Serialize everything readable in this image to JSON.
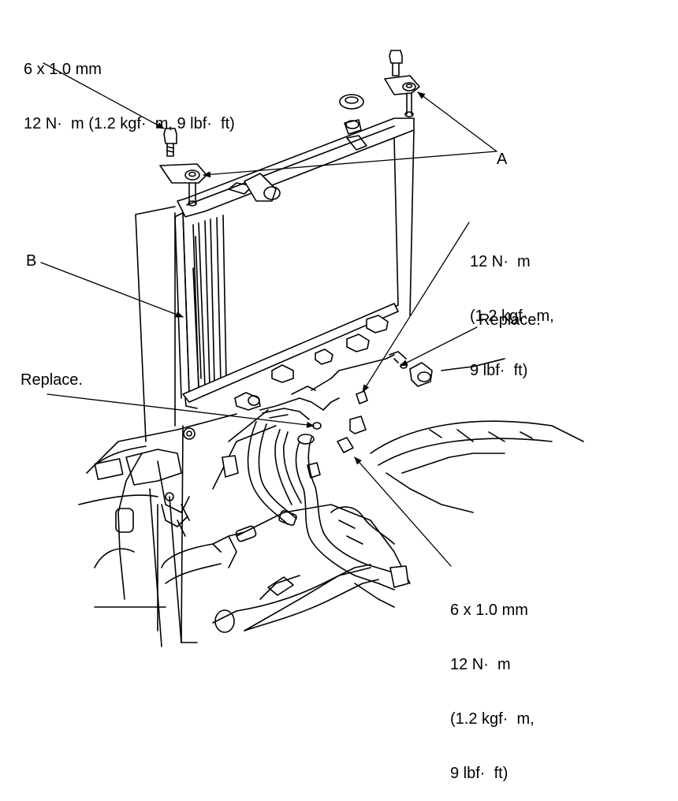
{
  "labels": {
    "top_left_l1": "6 x 1.0 mm",
    "top_left_l2": "12 N·  m (1.2 kgf·  m, 9 lbf·  ft)",
    "callout_a": "A",
    "callout_b": "B",
    "right_torque_l1": "12 N·  m",
    "right_torque_l2": "(1.2 kgf·  m,",
    "right_torque_l3": "9 lbf·  ft)",
    "replace_right": "Replace.",
    "replace_left": "Replace.",
    "bottom_right_l1": "6 x 1.0 mm",
    "bottom_right_l2": "12 N·  m",
    "bottom_right_l3": "(1.2 kgf·  m,",
    "bottom_right_l4": "9 lbf·  ft)"
  },
  "colors": {
    "ink": "#000000",
    "paper": "#ffffff"
  }
}
